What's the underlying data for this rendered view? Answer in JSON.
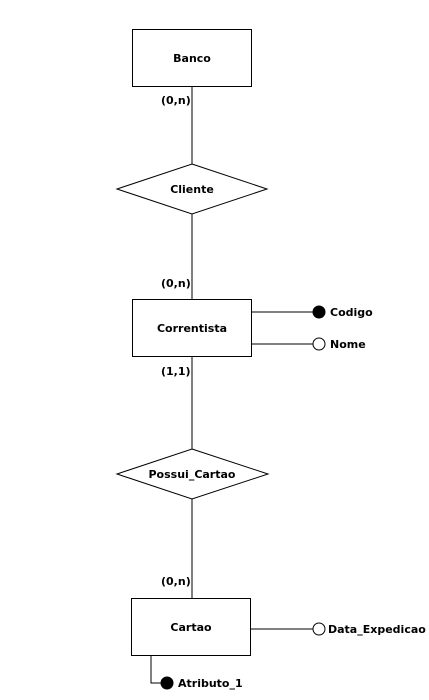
{
  "entities": {
    "banco": {
      "label": "Banco"
    },
    "correntista": {
      "label": "Correntista"
    },
    "cartao": {
      "label": "Cartao"
    }
  },
  "relationships": {
    "cliente": {
      "label": "Cliente"
    },
    "possui_cartao": {
      "label": "Possui_Cartao"
    }
  },
  "cardinalities": {
    "banco_cliente": "(0,n)",
    "correntista_cliente": "(0,n)",
    "correntista_possui": "(1,1)",
    "cartao_possui": "(0,n)"
  },
  "attributes": {
    "codigo": {
      "label": "Codigo",
      "identifier": true
    },
    "nome": {
      "label": "Nome",
      "identifier": false
    },
    "data_expedicao": {
      "label": "Data_Expedicao",
      "identifier": false
    },
    "atributo_1": {
      "label": "Atributo_1",
      "identifier": true
    }
  },
  "colors": {
    "stroke": "#000000",
    "fill": "#ffffff"
  }
}
